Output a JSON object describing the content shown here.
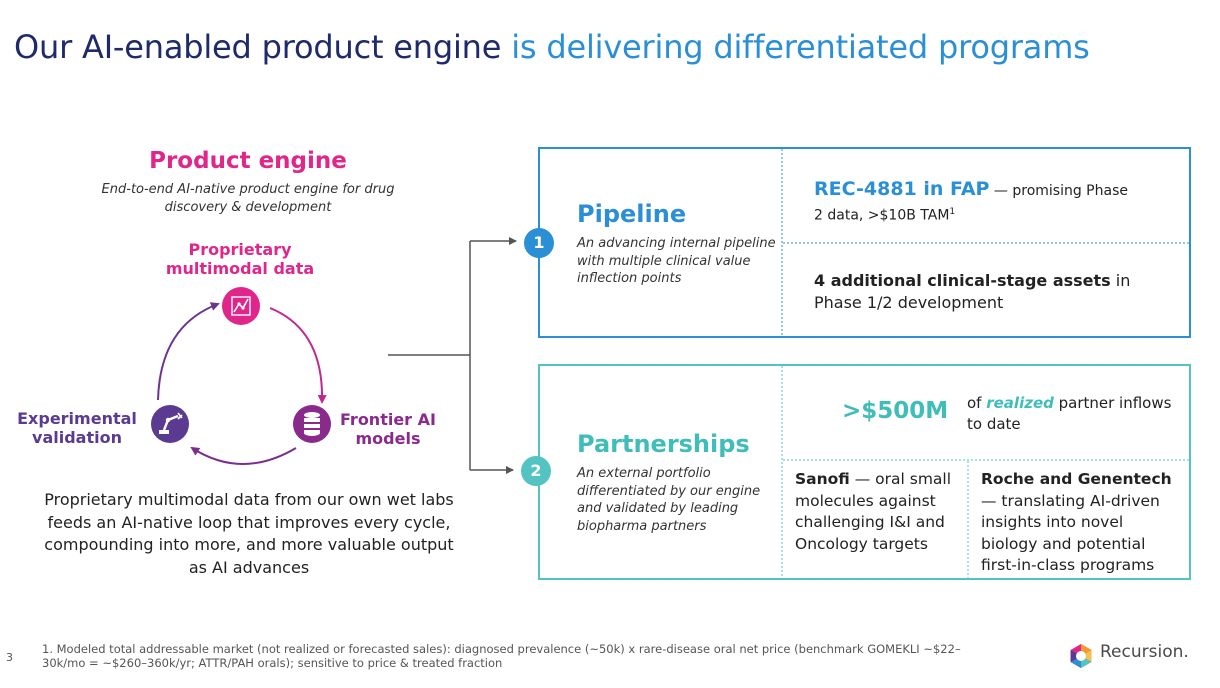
{
  "slide": {
    "title_part1": "Our AI-enabled product engine",
    "title_part2": "is delivering differentiated programs",
    "page_number": "3"
  },
  "engine": {
    "title": "Product engine",
    "subtitle": "End-to-end AI-native product engine for drug discovery & development",
    "nodes": {
      "data": "Proprietary multimodal data",
      "experimental": "Experimental validation",
      "ai": "Frontier AI models"
    },
    "description": "Proprietary multimodal data from our own wet labs feeds an AI-native loop that improves every cycle, compounding into more, and more valuable output as AI advances"
  },
  "pipeline": {
    "number": "1",
    "title": "Pipeline",
    "description": "An advancing internal pipeline with multiple clinical value inflection points",
    "rec_highlight": "REC-4881 in FAP",
    "rec_text_a": " — promising Phase",
    "rec_text_b": "2 data, >$10B TAM",
    "rec_footnote_marker": "1",
    "assets_bold": "4 additional clinical-stage assets",
    "assets_text": " in Phase 1/2 development"
  },
  "partnerships": {
    "number": "2",
    "title": "Partnerships",
    "description": "An external portfolio differentiated by our engine and validated by leading biopharma partners",
    "amount": ">$500M",
    "inflow_pre": "of ",
    "inflow_highlight": "realized",
    "inflow_post": " partner inflows to date",
    "sanofi_bold": "Sanofi",
    "sanofi_text": " — oral small molecules against challenging I&I and Oncology targets",
    "roche_bold": "Roche and Genentech",
    "roche_text": " — translating AI-driven insights into novel biology and potential first-in-class programs"
  },
  "footnote": "1. Modeled total addressable market (not realized or forecasted sales): diagnosed prevalence (~50k) x rare-disease oral net price (benchmark GOMEKLI ~$22–30k/mo = ~$260–360k/yr; ATTR/PAH orals); sensitive to price & treated fraction",
  "brand": {
    "name": "Recursion."
  },
  "colors": {
    "navy": "#1f2a6b",
    "blue": "#2b8fd6",
    "teal": "#53c4c1",
    "magenta": "#e0268b",
    "purple": "#5b3a91"
  },
  "icons": {
    "data": "chart-icon",
    "experimental": "robot-arm-icon",
    "ai": "database-icon",
    "brand": "recursion-logo-icon"
  }
}
